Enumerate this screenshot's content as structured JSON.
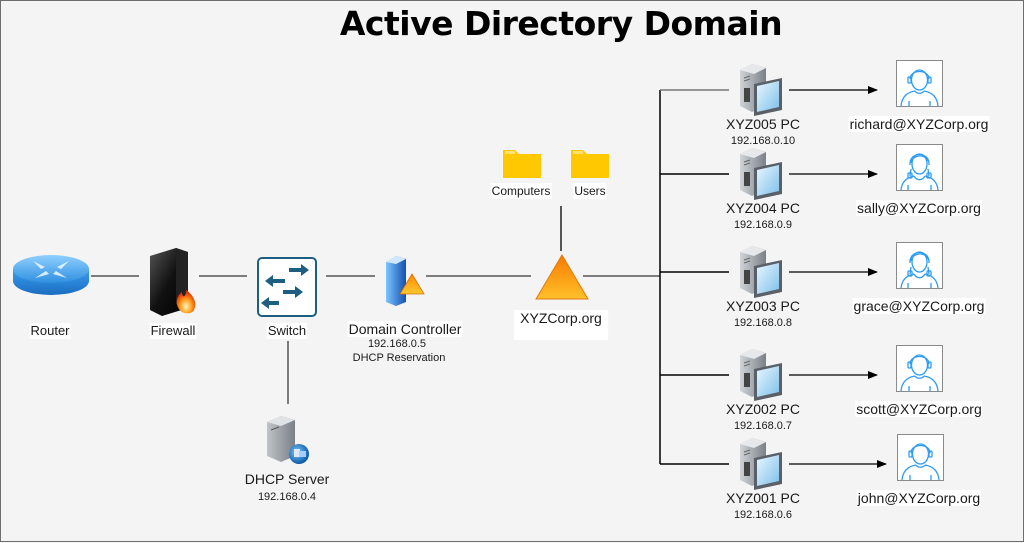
{
  "title": "Active Directory Domain",
  "network": {
    "router": {
      "label": "Router"
    },
    "firewall": {
      "label": "Firewall"
    },
    "switch": {
      "label": "Switch"
    },
    "dhcp_server": {
      "label": "DHCP Server",
      "ip": "192.168.0.4"
    },
    "domain_controller": {
      "label": "Domain Controller",
      "ip": "192.168.0.5",
      "note": "DHCP Reservation"
    },
    "domain": {
      "label": "XYZCorp.org"
    },
    "containers": [
      {
        "label": "Computers"
      },
      {
        "label": "Users"
      }
    ]
  },
  "computers": [
    {
      "name": "XYZ005 PC",
      "ip": "192.168.0.10",
      "user": "richard@XYZCorp.org",
      "avatar": "male"
    },
    {
      "name": "XYZ004 PC",
      "ip": "192.168.0.9",
      "user": "sally@XYZCorp.org",
      "avatar": "female"
    },
    {
      "name": "XYZ003 PC",
      "ip": "192.168.0.8",
      "user": "grace@XYZCorp.org",
      "avatar": "female"
    },
    {
      "name": "XYZ002 PC",
      "ip": "192.168.0.7",
      "user": "scott@XYZCorp.org",
      "avatar": "male"
    },
    {
      "name": "XYZ001 PC",
      "ip": "192.168.0.6",
      "user": "john@XYZCorp.org",
      "avatar": "male"
    }
  ],
  "colors": {
    "background": "#f4f4f4",
    "line": "#555555",
    "bus": "#000000",
    "router_blue": "#2f8fe0",
    "switch_teal": "#1d5f80",
    "folder_yellow": "#ffc800",
    "domain_orange": "#f5900e",
    "avatar_blue": "#2d9cf0"
  }
}
